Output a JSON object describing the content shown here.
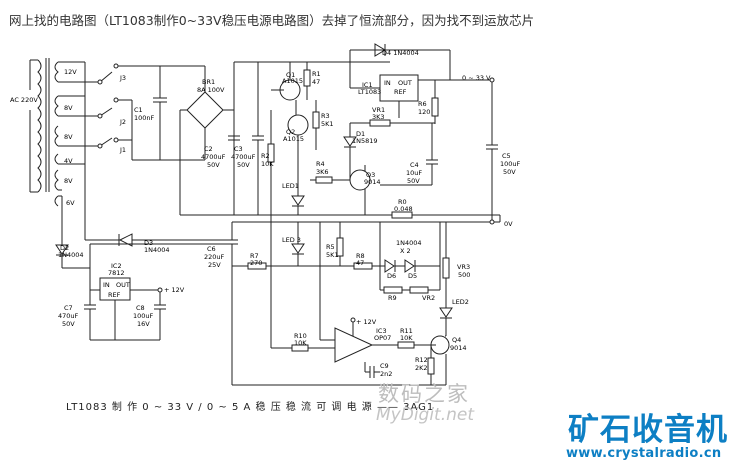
{
  "header": {
    "text": "网上找的电路图（LT1083制作0~33V稳压电源电路图）去掉了恒流部分，因为找不到运放芯片"
  },
  "caption": {
    "text": "LT1083 制 作 0 ~ 33 V / 0 ~ 5 A 稳 压 稳 流 可 调 电 源  ——  3AG1"
  },
  "watermark": {
    "line1": "数码之家",
    "line2": "MyDigit.net"
  },
  "brand": {
    "name": "矿石收音机",
    "url": "www.crystalradio.cn"
  },
  "labels": {
    "ac_in": "AC 220V",
    "w12": "12V",
    "w8a": "8V",
    "w8b": "8V",
    "w4": "4V",
    "w8c": "8V",
    "w6": "6V",
    "j3": "J3",
    "j2": "J2",
    "j1": "J1",
    "c1": "C1",
    "c1v": "100nF",
    "br1": "BR1",
    "br1v": "8A 100V",
    "q1": "Q1",
    "q1t": "A1015",
    "r1": "R1",
    "r1v": "47",
    "q2": "Q2",
    "q2t": "A1015",
    "r3": "R3",
    "r3v": "5K1",
    "r2": "R2",
    "r2v": "10K",
    "c2": "C2",
    "c2v": "4700uF",
    "c2v2": "50V",
    "c3": "C3",
    "c3v": "4700uF",
    "c3v2": "50V",
    "led1": "LED1",
    "d4": "D4 1N4004",
    "ic1": "IC1",
    "ic1t": "LT1083",
    "in": "IN",
    "out": "OUT",
    "ref": "REF",
    "r6": "R6",
    "r6v": "120",
    "vr1": "VR1",
    "vr1v": "3K3",
    "d1": "D1",
    "d1t": "1N5819",
    "r4": "R4",
    "r4v": "3K6",
    "q3": "Q3",
    "q3t": "9014",
    "c4": "C4",
    "c4v": "10uF",
    "c4v2": "50V",
    "c5": "C5",
    "c5v": "100uF",
    "c5v2": "50V",
    "r0": "R0",
    "r0v": "0.048",
    "out_plus": "0 ~ 33 V",
    "out_zero": "0V",
    "d2": "D2",
    "d2t": "1N4004",
    "d3": "D3",
    "d3t": "1N4004",
    "c6": "C6",
    "c6v": "220uF",
    "c6v2": "25V",
    "r7": "R7",
    "r7v": "270",
    "led3": "LED 3",
    "r5": "R5",
    "r5v": "5K1",
    "r8": "R8",
    "r8v": "47",
    "d6": "D6",
    "d5": "D5",
    "d56": "1N4004",
    "d56x": "X 2",
    "vr3": "VR3",
    "vr3v": "500",
    "r9": "R9",
    "vr2": "VR2",
    "ic2": "IC2",
    "ic2t": "7812",
    "plus12a": "+ 12V",
    "plus12b": "+ 12V",
    "c7": "C7",
    "c7v": "470uF",
    "c7v2": "50V",
    "c8": "C8",
    "c8v": "100uF",
    "c8v2": "16V",
    "led2": "LED2",
    "r10": "R10",
    "r10v": "10K",
    "ic3": "IC3",
    "ic3t": "OP07",
    "r11": "R11",
    "r11v": "10K",
    "q4": "Q4",
    "q4t": "9014",
    "r12": "R12",
    "r12v": "2K2",
    "c9": "C9",
    "c9v": "2n2"
  }
}
